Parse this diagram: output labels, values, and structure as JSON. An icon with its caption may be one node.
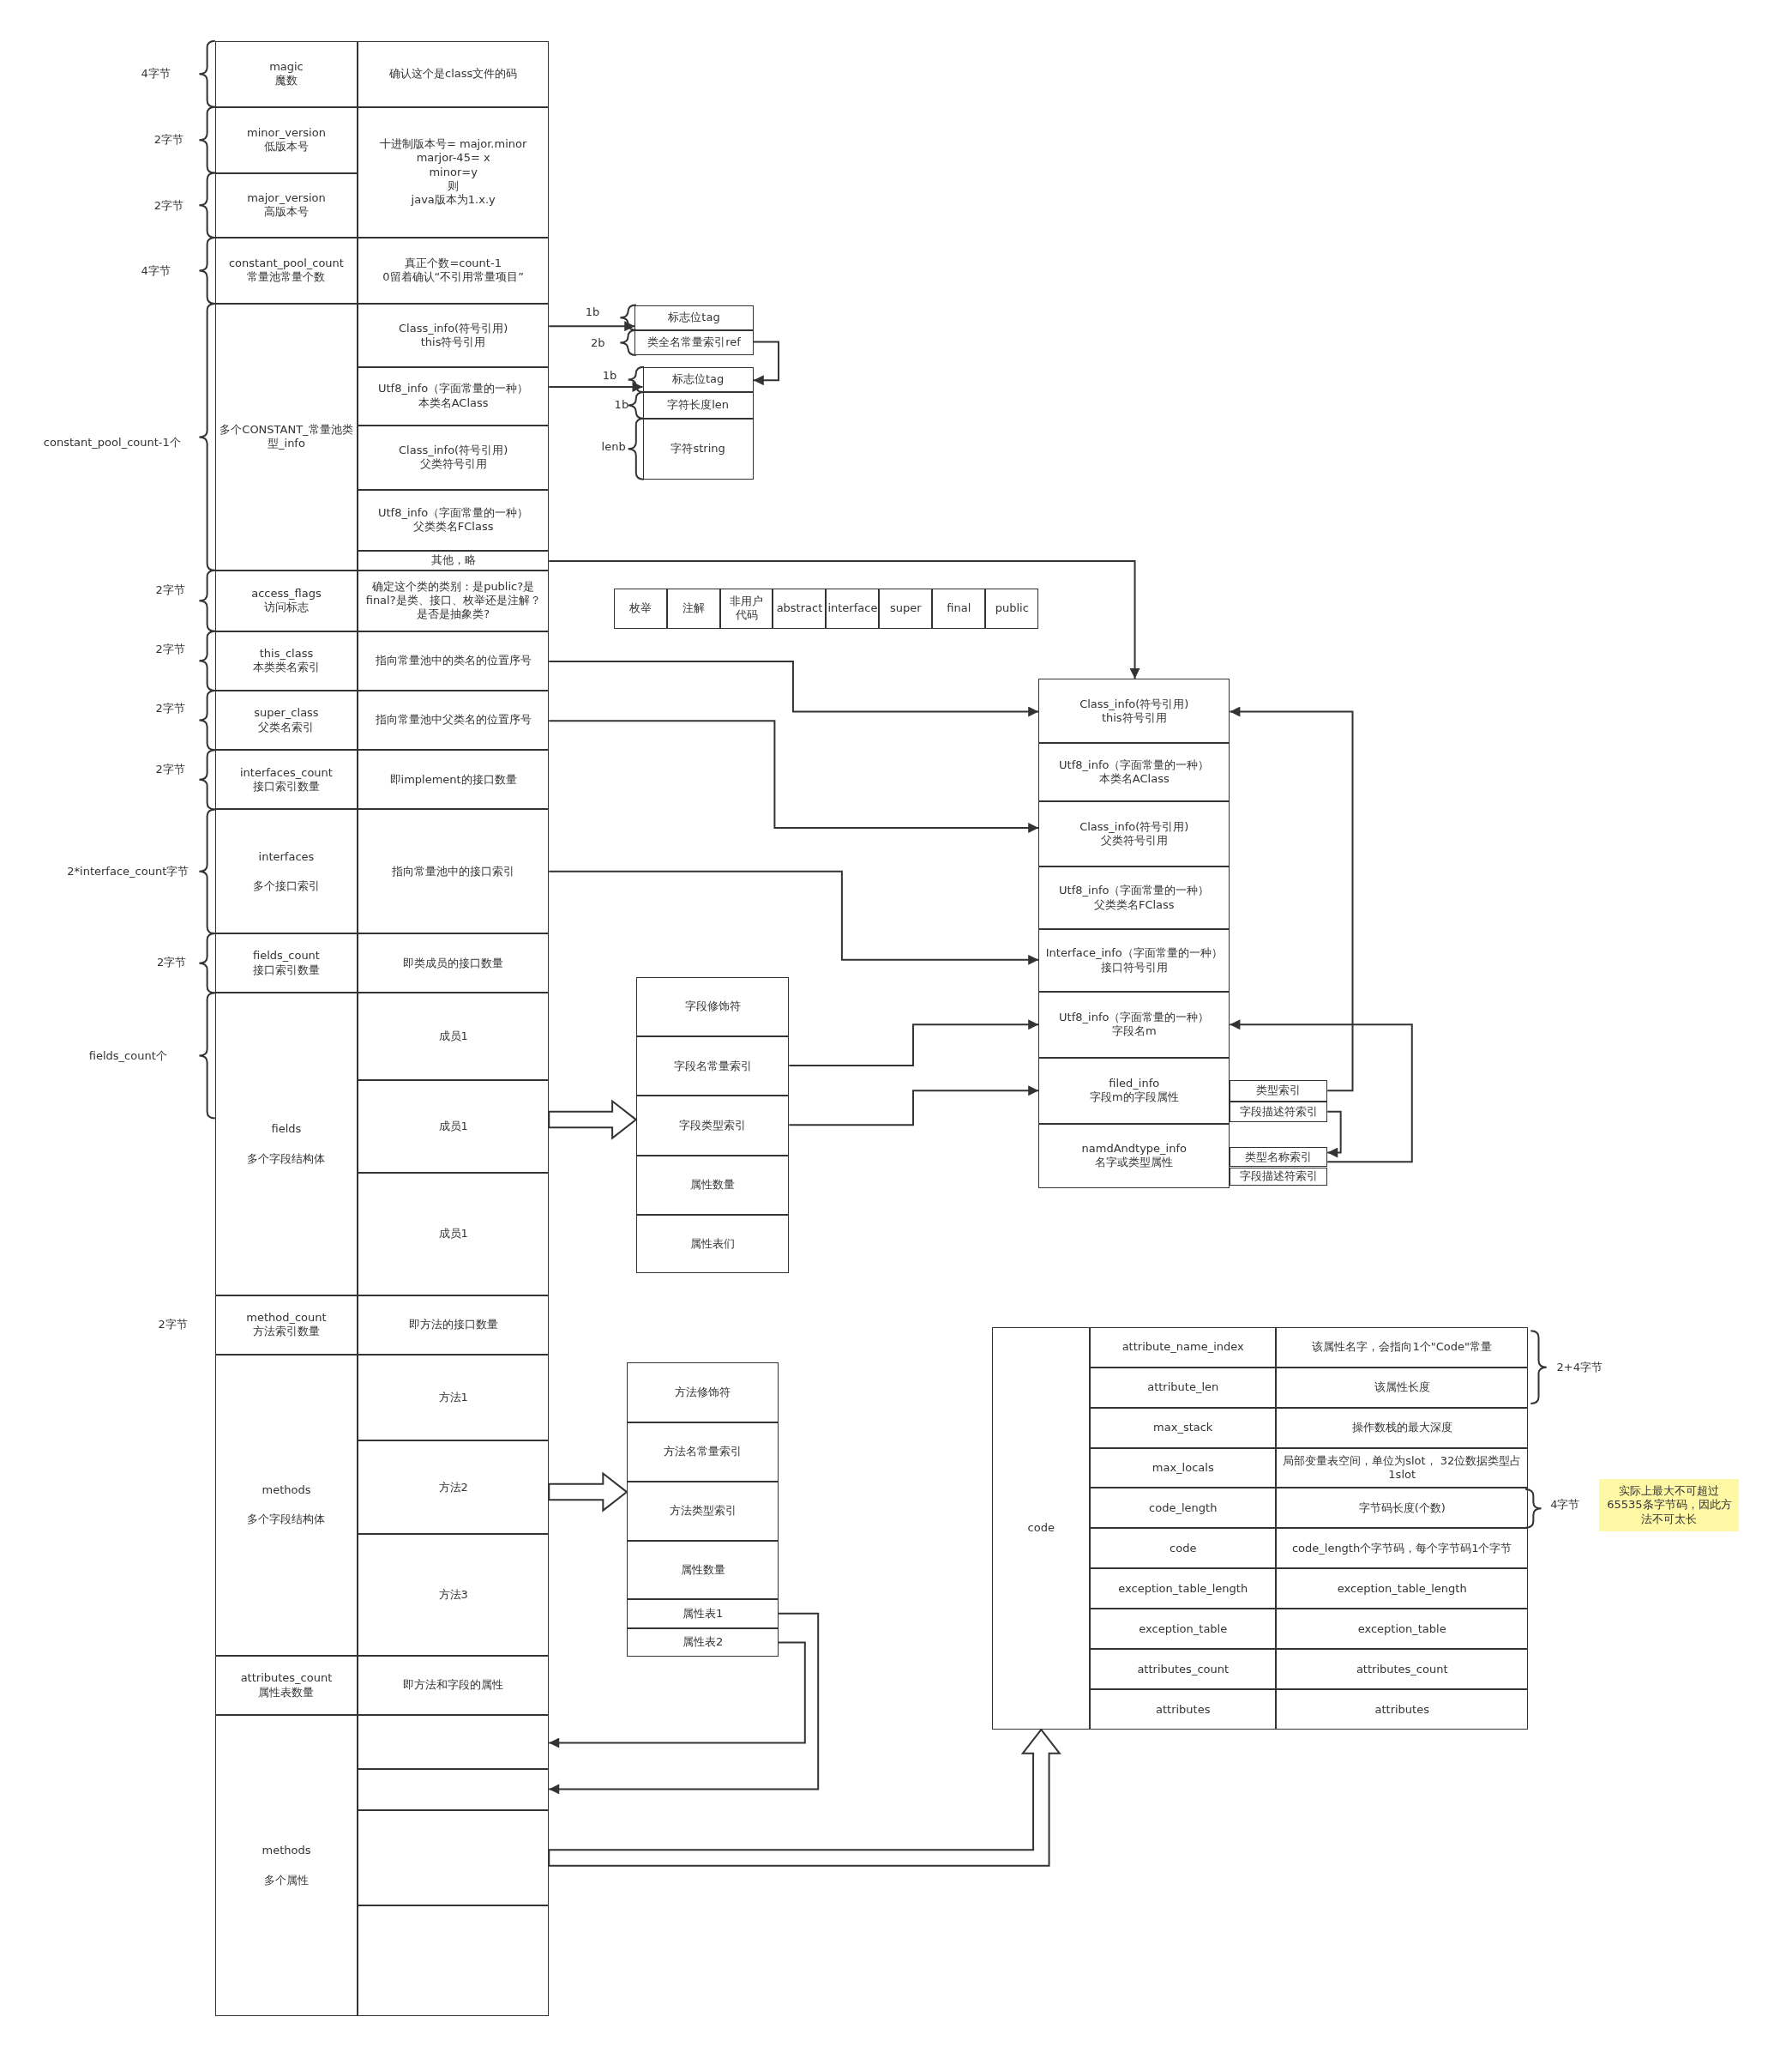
{
  "diagram": {
    "nodes": [
      {
        "text": [
          "magic",
          "魔数"
        ]
      },
      {
        "text": [
          "确认这个是class文件的码"
        ]
      },
      {
        "text": [
          "minor_version",
          "低版本号"
        ]
      },
      {
        "text": [
          "major_version",
          "高版本号"
        ]
      },
      {
        "text": [
          "十进制版本号= major.minor",
          "marjor-45= x",
          "minor=y",
          "则",
          "java版本为1.x.y"
        ]
      },
      {
        "text": [
          "constant_pool_count",
          "常量池常量个数"
        ]
      },
      {
        "text": [
          "真正个数=count-1",
          "0留着确认“不引用常量项目”"
        ]
      },
      {
        "text": [
          "多个CONSTANT_常量池类型_info"
        ]
      },
      {
        "text": [
          "Class_info(符号引用)",
          "this符号引用"
        ]
      },
      {
        "text": [
          "Utf8_info（字面常量的一种）",
          "本类名AClass"
        ]
      },
      {
        "text": [
          "Class_info(符号引用)",
          "父类符号引用"
        ]
      },
      {
        "text": [
          "Utf8_info（字面常量的一种）",
          "父类类名FClass"
        ]
      },
      {
        "text": [
          "其他，略"
        ]
      },
      {
        "text": [
          "access_flags",
          "访问标志"
        ]
      },
      {
        "text": [
          "确定这个类的类别：是public?是final?是类、接口、枚举还是注解？",
          "是否是抽象类?"
        ]
      },
      {
        "text": [
          "this_class",
          "本类类名索引"
        ]
      },
      {
        "text": [
          "指向常量池中的类名的位置序号"
        ]
      },
      {
        "text": [
          "super_class",
          "父类名索引"
        ]
      },
      {
        "text": [
          "指向常量池中父类名的位置序号"
        ]
      },
      {
        "text": [
          "interfaces_count",
          "接口索引数量"
        ]
      },
      {
        "text": [
          "即implement的接口数量"
        ]
      },
      {
        "text": [
          "interfaces",
          "多个接口索引"
        ]
      },
      {
        "text": [
          "指向常量池中的接口索引"
        ]
      },
      {
        "text": [
          "fields_count",
          "接口索引数量"
        ]
      },
      {
        "text": [
          "即类成员的接口数量"
        ]
      },
      {
        "text": [
          "fields",
          "多个字段结构体"
        ]
      },
      {
        "text": [
          "成员1"
        ]
      },
      {
        "text": [
          "成员1"
        ]
      },
      {
        "text": [
          "成员1"
        ]
      },
      {
        "text": [
          "method_count",
          "方法索引数量"
        ]
      },
      {
        "text": [
          "即方法的接口数量"
        ]
      },
      {
        "text": [
          "methods",
          "多个字段结构体"
        ]
      },
      {
        "text": [
          "方法1"
        ]
      },
      {
        "text": [
          "方法2"
        ]
      },
      {
        "text": [
          "方法3"
        ]
      },
      {
        "text": [
          "attributes_count",
          "属性表数量"
        ]
      },
      {
        "text": [
          "即方法和字段的属性"
        ]
      },
      {
        "text": [
          "methods",
          "多个属性"
        ]
      },
      {
        "text": [],
        "shape": "box"
      },
      {
        "text": [],
        "shape": "box"
      },
      {
        "text": [],
        "shape": "box"
      },
      {
        "text": [],
        "shape": "box"
      },
      {
        "text": [
          "标志位tag"
        ]
      },
      {
        "text": [
          "类全名常量索引ref"
        ]
      },
      {
        "text": [
          "标志位tag"
        ]
      },
      {
        "text": [
          "字符长度len"
        ]
      },
      {
        "text": [
          "字符string"
        ]
      },
      {
        "text": [
          "枚举"
        ]
      },
      {
        "text": [
          "注解"
        ]
      },
      {
        "text": [
          "非用户代码"
        ]
      },
      {
        "text": [
          "abstract"
        ]
      },
      {
        "text": [
          "interface"
        ]
      },
      {
        "text": [
          "super"
        ]
      },
      {
        "text": [
          "final"
        ]
      },
      {
        "text": [
          "public"
        ]
      },
      {
        "text": [
          "Class_info(符号引用)",
          "this符号引用"
        ]
      },
      {
        "text": [
          "Utf8_info（字面常量的一种）",
          "本类名AClass"
        ]
      },
      {
        "text": [
          "Class_info(符号引用)",
          "父类符号引用"
        ]
      },
      {
        "text": [
          "Utf8_info（字面常量的一种）",
          "父类类名FClass"
        ]
      },
      {
        "text": [
          "Interface_info（字面常量的一种）",
          "接口符号引用"
        ]
      },
      {
        "text": [
          "Utf8_info（字面常量的一种）",
          "字段名m"
        ]
      },
      {
        "text": [
          "filed_info",
          "字段m的字段属性"
        ]
      },
      {
        "text": [
          "类型索引"
        ]
      },
      {
        "text": [
          "字段描述符索引"
        ]
      },
      {
        "text": [
          "namdAndtype_info",
          "名字或类型属性"
        ]
      },
      {
        "text": [
          "类型名称索引"
        ]
      },
      {
        "text": [
          "字段描述符索引"
        ]
      },
      {
        "text": [
          "字段修饰符"
        ]
      },
      {
        "text": [
          "字段名常量索引"
        ]
      },
      {
        "text": [
          "字段类型索引"
        ]
      },
      {
        "text": [
          "属性数量"
        ]
      },
      {
        "text": [
          "属性表们"
        ]
      },
      {
        "text": [
          "方法修饰符"
        ]
      },
      {
        "text": [
          "方法名常量索引"
        ]
      },
      {
        "text": [
          "方法类型索引"
        ]
      },
      {
        "text": [
          "属性数量"
        ]
      },
      {
        "text": [
          "属性表1"
        ]
      },
      {
        "text": [
          "属性表2"
        ]
      },
      {
        "text": [
          "code"
        ]
      },
      {
        "text": [
          "attribute_name_index"
        ]
      },
      {
        "text": [
          "该属性名字，会指向1个\"Code\"常量"
        ]
      },
      {
        "text": [
          "attribute_len"
        ]
      },
      {
        "text": [
          "该属性长度"
        ]
      },
      {
        "text": [
          "max_stack"
        ]
      },
      {
        "text": [
          "操作数栈的最大深度"
        ]
      },
      {
        "text": [
          "max_locals"
        ]
      },
      {
        "text": [
          "局部变量表空间，单位为slot， 32位数据类型占1slot"
        ]
      },
      {
        "text": [
          "code_length"
        ]
      },
      {
        "text": [
          "字节码长度(个数)"
        ]
      },
      {
        "text": [
          "code"
        ]
      },
      {
        "text": [
          "code_length个字节码，每个字节码1个字节"
        ]
      },
      {
        "text": [
          "exception_table_length"
        ]
      },
      {
        "text": [
          "exception_table_length"
        ]
      },
      {
        "text": [
          "exception_table"
        ]
      },
      {
        "text": [
          "exception_table"
        ]
      },
      {
        "text": [
          "attributes_count"
        ]
      },
      {
        "text": [
          "attributes_count"
        ]
      },
      {
        "text": [
          "attributes"
        ]
      },
      {
        "text": [
          "attributes"
        ]
      },
      {
        "text": [
          "实际上最大不可超过65535条字节码，因此方法不可太长"
        ]
      }
    ],
    "edges": [
      {
        "from": 12,
        "to": 55,
        "arrow": "to"
      },
      {
        "from": 8,
        "to": 42,
        "arrow": "to"
      },
      {
        "from": 9,
        "to": 44,
        "arrow": "to"
      },
      {
        "from": 43,
        "to": 44,
        "arrow": "to"
      },
      {
        "from": 16,
        "to": 55,
        "arrow": "to"
      },
      {
        "from": 18,
        "to": 57,
        "arrow": "to"
      },
      {
        "from": 22,
        "to": 59,
        "arrow": "to"
      },
      {
        "from": 68,
        "to": 60,
        "arrow": "to"
      },
      {
        "from": 69,
        "to": 61,
        "arrow": "to"
      },
      {
        "from": 62,
        "to": 55,
        "arrow": "to"
      },
      {
        "from": 63,
        "to": 65,
        "arrow": "to"
      },
      {
        "from": 65,
        "to": 60,
        "arrow": "to"
      },
      {
        "from": 76,
        "to": 39,
        "arrow": "to"
      },
      {
        "from": 77,
        "to": 38,
        "arrow": "to"
      },
      {
        "from": 27,
        "to": 69,
        "arrow": "to",
        "style": "thick"
      },
      {
        "from": 33,
        "to": 74,
        "arrow": "to",
        "style": "thick"
      },
      {
        "from": 40,
        "to": 78,
        "arrow": "to",
        "style": "thick"
      }
    ],
    "labels": [
      "4字节",
      "2字节",
      "2字节",
      "4字节",
      "constant_pool_count-1个",
      "2字节",
      "2字节",
      "2字节",
      "2字节",
      "2*interface_count字节",
      "2字节",
      "fields_count个",
      "2字节",
      "1b",
      "2b",
      "1b",
      "1b",
      "lenb",
      "2+4字节",
      "4字节"
    ]
  }
}
